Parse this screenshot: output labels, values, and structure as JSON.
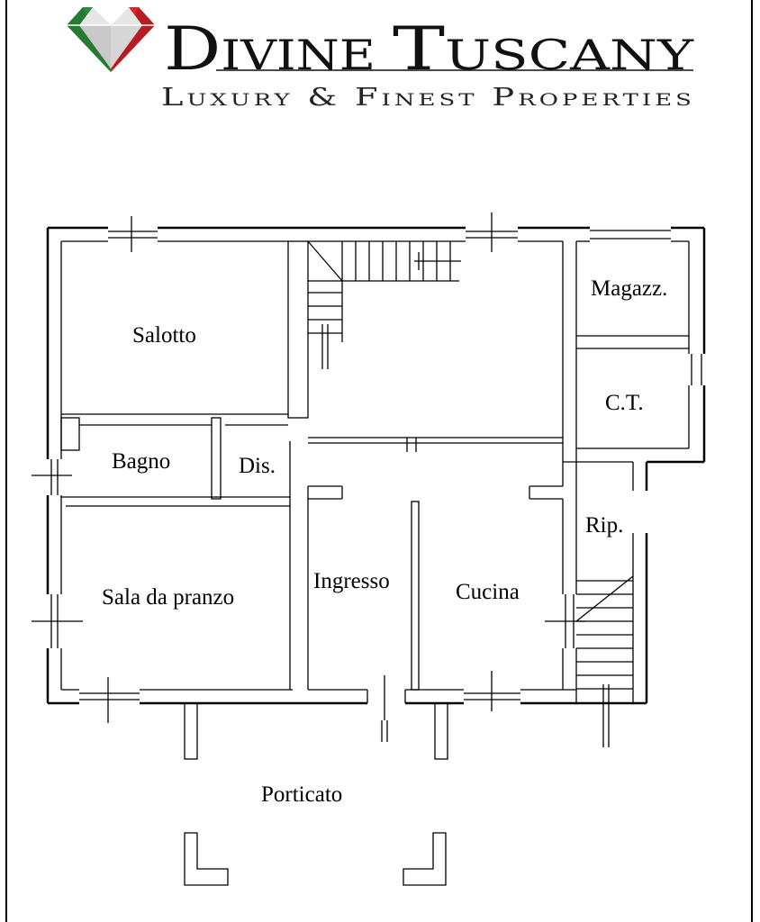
{
  "brand": {
    "name_first": "Divine",
    "name_second": "Tuscany",
    "tagline": "Luxury & Finest Properties",
    "colors": {
      "green": "#2e8b3a",
      "red": "#d8262c",
      "grey": "#c9c9c9"
    }
  },
  "floor_plan": {
    "rooms": {
      "salotto": "Salotto",
      "magazzino": "Magazz.",
      "centrale_termica": "C.T.",
      "bagno": "Bagno",
      "disimpegno": "Dis.",
      "ripostiglio": "Rip.",
      "ingresso": "Ingresso",
      "cucina": "Cucina",
      "sala_da_pranzo": "Sala da pranzo",
      "porticato": "Porticato"
    }
  }
}
